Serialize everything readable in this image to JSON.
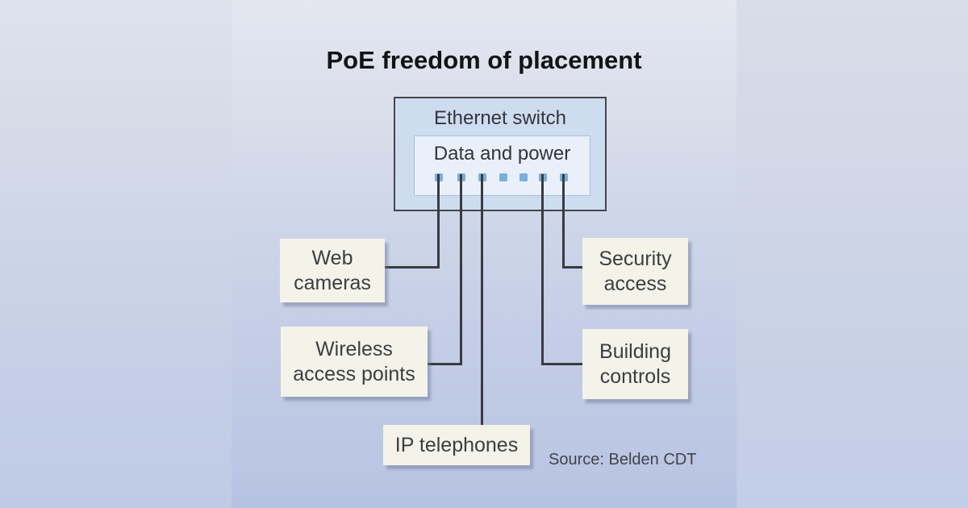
{
  "title": "PoE freedom of placement",
  "switch": {
    "label": "Ethernet switch",
    "inner_label": "Data and power",
    "port_count": 7,
    "ports_with_cables": [
      1,
      2,
      3,
      6,
      7
    ]
  },
  "nodes": {
    "web_cameras": {
      "label": "Web cameras",
      "lines": [
        "Web",
        "cameras"
      ],
      "port": 1
    },
    "wireless_access_points": {
      "label": "Wireless access points",
      "lines": [
        "Wireless",
        "access points"
      ],
      "port": 2
    },
    "ip_telephones": {
      "label": "IP telephones",
      "lines": [
        "IP telephones"
      ],
      "port": 3
    },
    "building_controls": {
      "label": "Building controls",
      "lines": [
        "Building",
        "controls"
      ],
      "port": 6
    },
    "security_access": {
      "label": "Security access",
      "lines": [
        "Security",
        "access"
      ],
      "port": 7
    }
  },
  "connections": [
    {
      "from_port": 1,
      "to": "web_cameras"
    },
    {
      "from_port": 2,
      "to": "wireless_access_points"
    },
    {
      "from_port": 3,
      "to": "ip_telephones"
    },
    {
      "from_port": 6,
      "to": "building_controls"
    },
    {
      "from_port": 7,
      "to": "security_access"
    }
  ],
  "source": {
    "label": "Source: Belden CDT"
  },
  "colors": {
    "background_top": "#e4e7f0",
    "background_bottom": "#b5c2e1",
    "switch_fill": "#cedcef",
    "switch_border": "#45454d",
    "inner_fill": "#e9f0f9",
    "inner_border": "#a3c1dd",
    "port_blue": "#7bafd8",
    "cable_line": "#3a3a40",
    "node_fill": "#f3f3e9",
    "node_text": "#3d3d43",
    "title_text": "#131316"
  }
}
